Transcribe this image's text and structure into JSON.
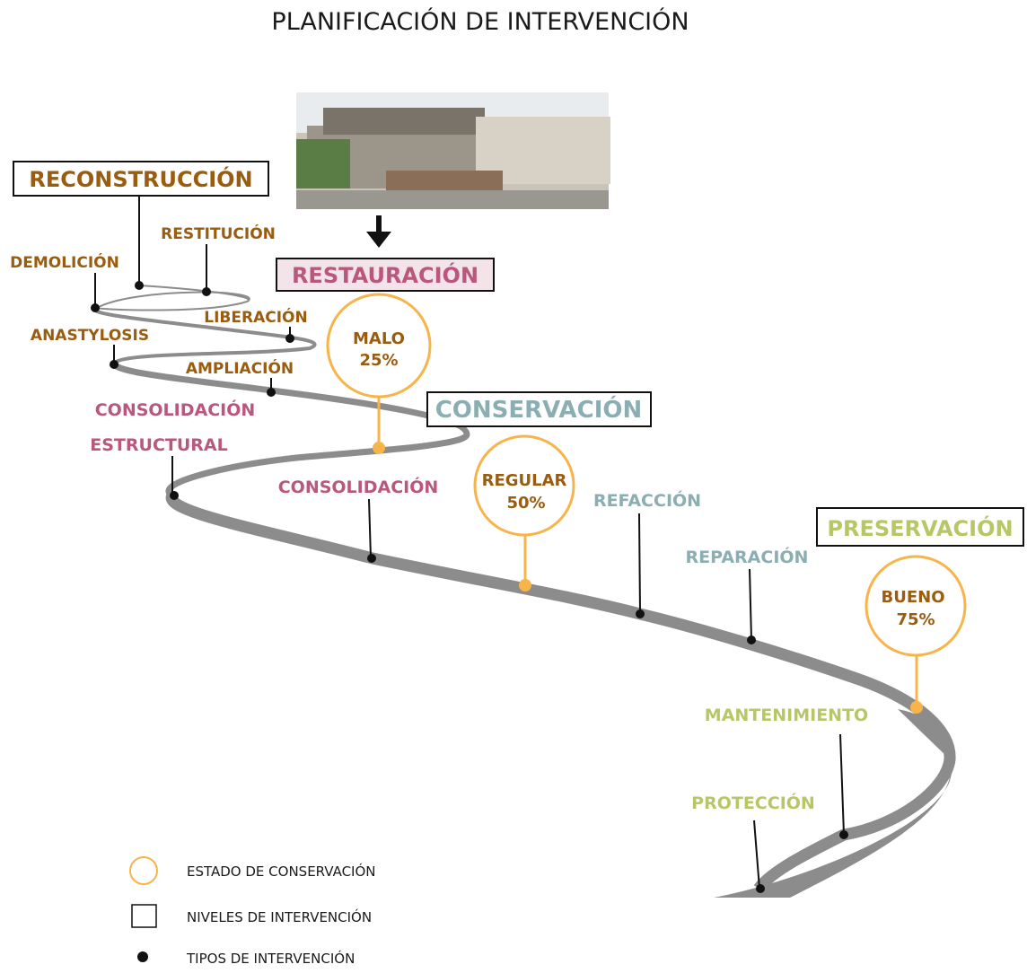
{
  "title": "PLANIFICACIÓN DE INTERVENCIÓN",
  "photo": {
    "alt": "Fotografía del edificio"
  },
  "levels": {
    "reconstruccion": "RECONSTRUCCIÓN",
    "restauracion": "RESTAURACIÓN",
    "conservacion": "CONSERVACIÓN",
    "preservacion": "PRESERVACIÓN"
  },
  "types": {
    "restitucion": "RESTITUCIÓN",
    "demolicion": "DEMOLICIÓN",
    "liberacion": "LIBERACIÓN",
    "anastylosis": "ANASTYLOSIS",
    "ampliacion": "AMPLIACIÓN",
    "consolidacion_estructural_1": "CONSOLIDACIÓN",
    "consolidacion_estructural_2": "ESTRUCTURAL",
    "consolidacion": "CONSOLIDACIÓN",
    "refaccion": "REFACCIÓN",
    "reparacion": "REPARACIÓN",
    "mantenimiento": "MANTENIMIENTO",
    "proteccion": "PROTECCIÓN"
  },
  "states": {
    "malo": {
      "label": "MALO",
      "value": "25%"
    },
    "regular": {
      "label": "REGULAR",
      "value": "50%"
    },
    "bueno": {
      "label": "BUENO",
      "value": "75%"
    }
  },
  "legend": {
    "estado": "ESTADO DE CONSERVACIÓN",
    "niveles": "NIVELES DE INTERVENCIÓN",
    "tipos": "TIPOS DE INTERVENCIÓN"
  },
  "colors": {
    "reconstruccion": "#9a5c0f",
    "restauracion": "#b9577c",
    "restauracion_fill": "#f3e4ea",
    "conservacion": "#8aaeb1",
    "preservacion": "#b8c766",
    "estado": "#f7b44a",
    "road": "#8c8c8c"
  }
}
